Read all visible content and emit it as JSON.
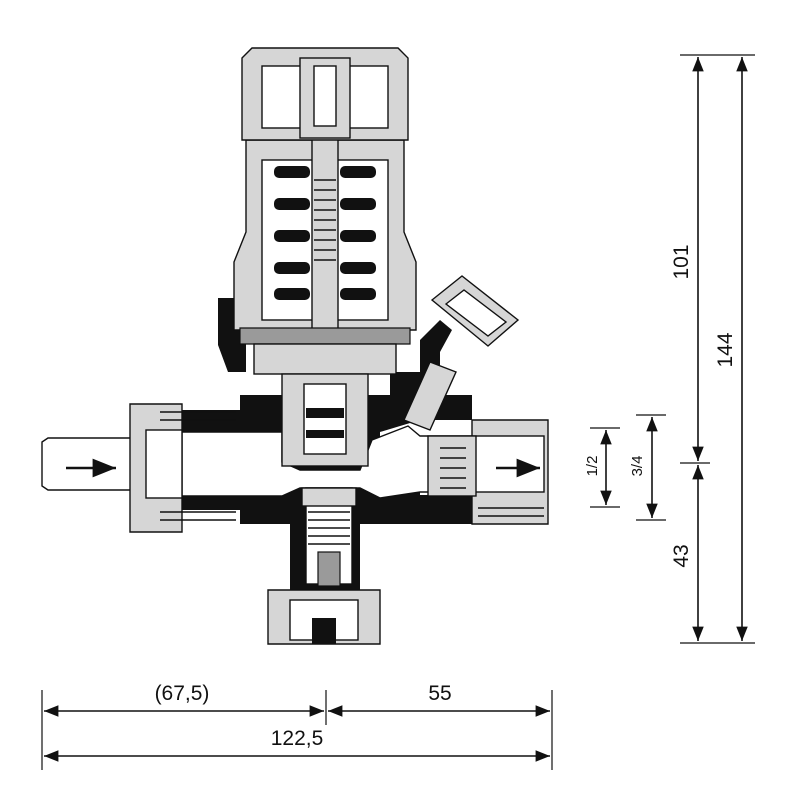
{
  "dimensions": {
    "vertical_upper": "101",
    "vertical_total": "144",
    "vertical_lower": "43",
    "inlet_size": "1/2",
    "outlet_size": "3/4",
    "horizontal_left": "(67,5)",
    "horizontal_right": "55",
    "horizontal_total": "122,5"
  },
  "colors": {
    "line": "#111111",
    "light_fill": "#d6d6d6",
    "mid_fill": "#9a9a9a",
    "background": "#ffffff"
  }
}
